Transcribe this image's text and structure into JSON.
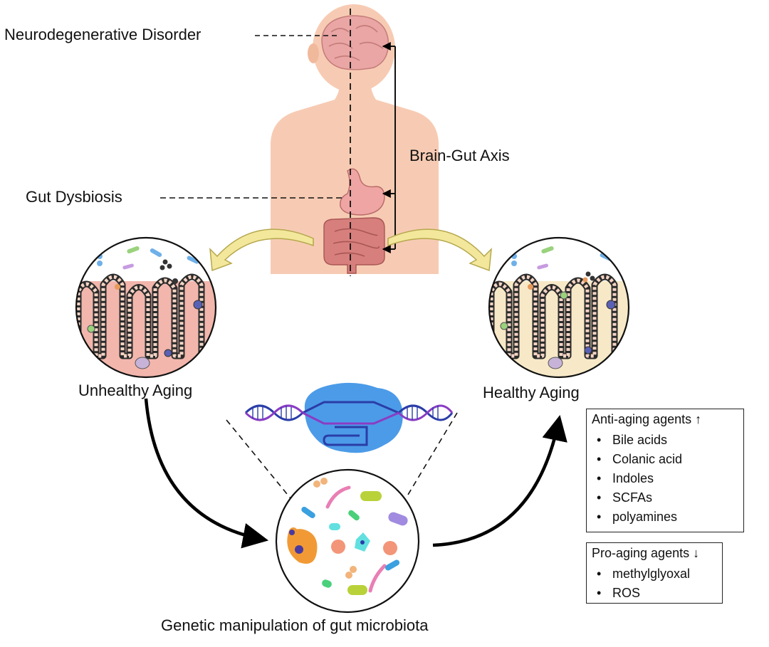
{
  "labels": {
    "neuro": "Neurodegenerative Disorder",
    "gut_dysbiosis": "Gut Dysbiosis",
    "brain_gut_axis": "Brain-Gut Axis",
    "unhealthy": "Unhealthy Aging",
    "healthy": "Healthy Aging",
    "genetic": "Genetic manipulation of gut microbiota"
  },
  "anti_aging": {
    "title": "Anti-aging agents ↑",
    "items": [
      "Bile acids",
      "Colanic acid",
      "Indoles",
      "SCFAs",
      "polyamines"
    ]
  },
  "pro_aging": {
    "title": "Pro-aging agents ↓",
    "items": [
      "methylglyoxal",
      "ROS"
    ]
  },
  "colors": {
    "skin": "#f7cbb3",
    "brain": "#e9a6a4",
    "stomach": "#eea5a3",
    "intestine": "#d77f7d",
    "villi_unhealthy": "#f2b6ac",
    "villi_healthy": "#f7e9c7",
    "yellow_arrow": "#f3e79c",
    "crispr_blue": "#4c9be8",
    "dna_blue": "#2a3da8",
    "dna_purple": "#8a3cc4"
  }
}
